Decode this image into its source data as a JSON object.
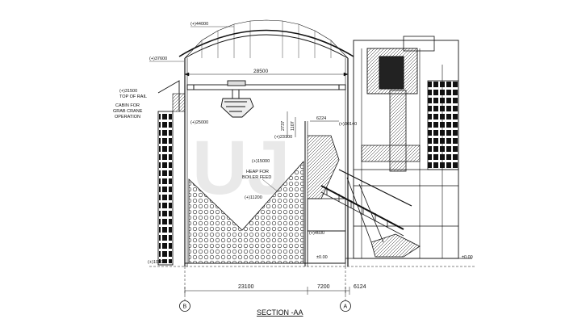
{
  "elevations": {
    "roof_top": "(+)44000",
    "eave": "(+)37600",
    "top_of_rail": "(+)31500",
    "cabin": "(+)25000",
    "hopper_top": "(+)23100",
    "bunker": "(+)15000",
    "heap": "(+)11200",
    "ground_4600": "(+)4600",
    "base_left": "(+)1000",
    "datum_center": "±0.00",
    "datum_right": "±0.00",
    "platform": "(+)30140"
  },
  "labels": {
    "top_of_rail": "TOP OF RAIL",
    "cabin": [
      "CABIN FOR",
      "GRAB CRANE",
      "OPERATION"
    ],
    "heap": [
      "HEAP FOR",
      "BOILER FEED"
    ]
  },
  "dimensions": {
    "span": "28500",
    "d2737": "2737",
    "d1107": "1107",
    "d6224": "6224",
    "bottom_left": "23100",
    "bottom_mid": "7200",
    "bottom_right": "6124"
  },
  "grid": {
    "b": "B",
    "a": "A"
  },
  "title": "SECTION -AA",
  "watermark": "UJ"
}
